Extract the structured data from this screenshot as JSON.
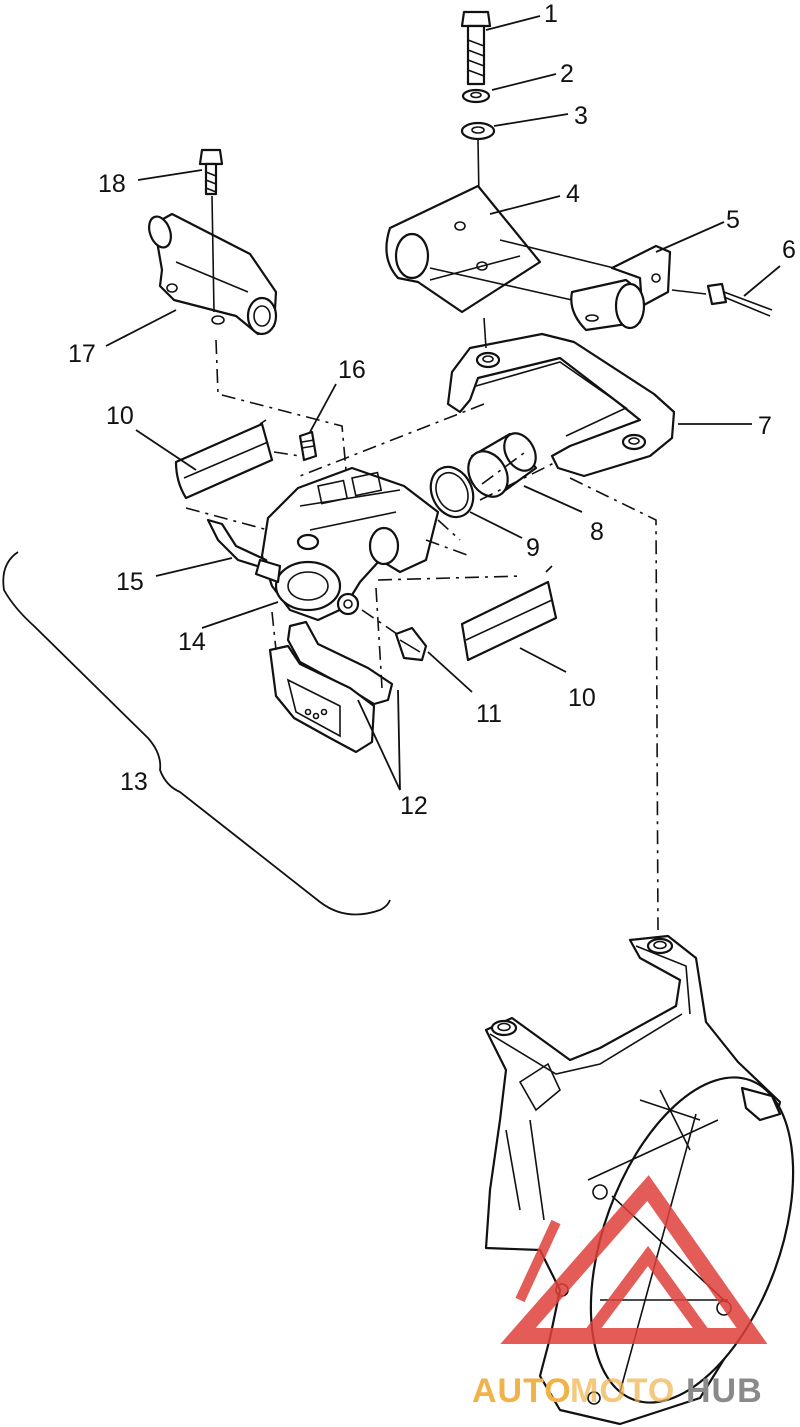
{
  "diagram": {
    "callouts": [
      {
        "id": "1",
        "label": "1"
      },
      {
        "id": "2",
        "label": "2"
      },
      {
        "id": "3",
        "label": "3"
      },
      {
        "id": "4",
        "label": "4"
      },
      {
        "id": "5",
        "label": "5"
      },
      {
        "id": "6",
        "label": "6"
      },
      {
        "id": "7",
        "label": "7"
      },
      {
        "id": "8",
        "label": "8"
      },
      {
        "id": "9",
        "label": "9"
      },
      {
        "id": "10a",
        "label": "10"
      },
      {
        "id": "10b",
        "label": "10"
      },
      {
        "id": "11",
        "label": "11"
      },
      {
        "id": "12",
        "label": "12"
      },
      {
        "id": "13",
        "label": "13"
      },
      {
        "id": "14",
        "label": "14"
      },
      {
        "id": "15",
        "label": "15"
      },
      {
        "id": "16",
        "label": "16"
      },
      {
        "id": "17",
        "label": "17"
      },
      {
        "id": "18",
        "label": "18"
      }
    ]
  },
  "watermark": {
    "text_part1": "AUTO",
    "text_part2": "MOTO",
    "text_part3": "HUB",
    "color_red": "#e0403a",
    "color_orange": "#f2b24a",
    "color_grey": "#8a8a8a"
  }
}
